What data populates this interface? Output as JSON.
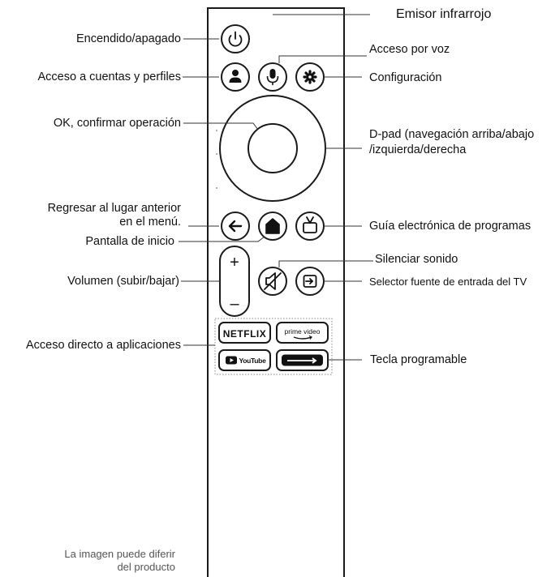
{
  "labels": {
    "emisor": "Emisor infrarrojo",
    "encendido": "Encendido/apagado",
    "acceso_voz": "Acceso por voz",
    "cuentas": "Acceso a cuentas y perfiles",
    "configuracion": "Configuración",
    "ok": "OK, confirmar operación",
    "dpad_line1": "D-pad (navegación arriba/abajo",
    "dpad_line2": "/izquierda/derecha",
    "regresar_line1": "Regresar al lugar anterior",
    "regresar_line2": "en el menú.",
    "guia": "Guía electrónica de programas",
    "pantalla_inicio": "Pantalla de inicio",
    "silenciar": "Silenciar sonido",
    "volumen": "Volumen (subir/bajar)",
    "selector": "Selector fuente de entrada del TV",
    "acceso_apps": "Acceso directo a aplicaciones",
    "tecla_programable": "Tecla programable"
  },
  "remote": {
    "volume_plus": "+",
    "volume_minus": "–",
    "app_netflix": "NETFLIX",
    "app_prime_video": "prime video",
    "app_youtube": "YouTube"
  },
  "note": {
    "line1": "La imagen puede diferir",
    "line2": "del producto"
  },
  "colors": {
    "outline": "#1a1a1a",
    "leader": "#333333",
    "fill_button": "#ffffff",
    "icon": "#111111"
  }
}
